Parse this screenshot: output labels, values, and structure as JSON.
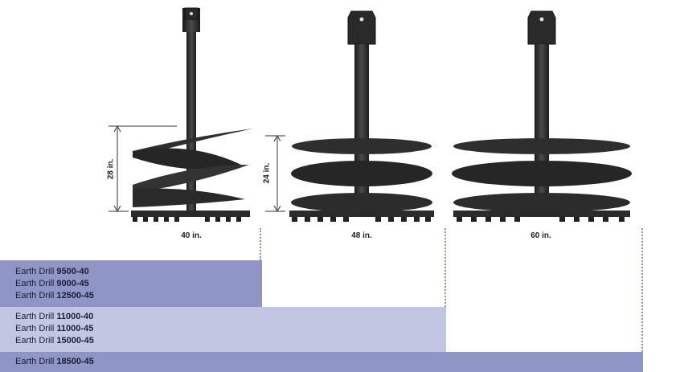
{
  "augers": [
    {
      "height_label": "28 in.",
      "width_label": "40 in."
    },
    {
      "height_label": "24 in.",
      "width_label": "48 in."
    },
    {
      "height_label": "",
      "width_label": "60 in."
    }
  ],
  "bands": [
    {
      "rows": [
        {
          "prefix": "Earth Drill ",
          "model": "9500-40"
        },
        {
          "prefix": "Earth Drill ",
          "model": "9000-45"
        },
        {
          "prefix": "Earth Drill ",
          "model": "12500-45"
        }
      ]
    },
    {
      "rows": [
        {
          "prefix": "Earth Drill ",
          "model": "11000-40"
        },
        {
          "prefix": "Earth Drill ",
          "model": "11000-45"
        },
        {
          "prefix": "Earth Drill ",
          "model": "15000-45"
        }
      ]
    },
    {
      "rows": [
        {
          "prefix": "Earth Drill ",
          "model": "18500-45"
        }
      ]
    }
  ],
  "colors": {
    "band_dark": "#8f95c4",
    "band_light": "#c3c6e2",
    "auger": "#2b2b2b"
  }
}
